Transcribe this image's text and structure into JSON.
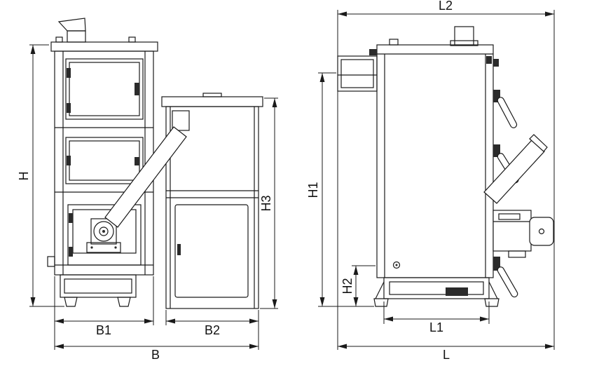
{
  "drawing": {
    "dimension_labels": {
      "H": "H",
      "B1": "B1",
      "B2": "B2",
      "B": "B",
      "H3": "H3",
      "L2": "L2",
      "H1": "H1",
      "H2": "H2",
      "L1": "L1",
      "L": "L"
    }
  }
}
